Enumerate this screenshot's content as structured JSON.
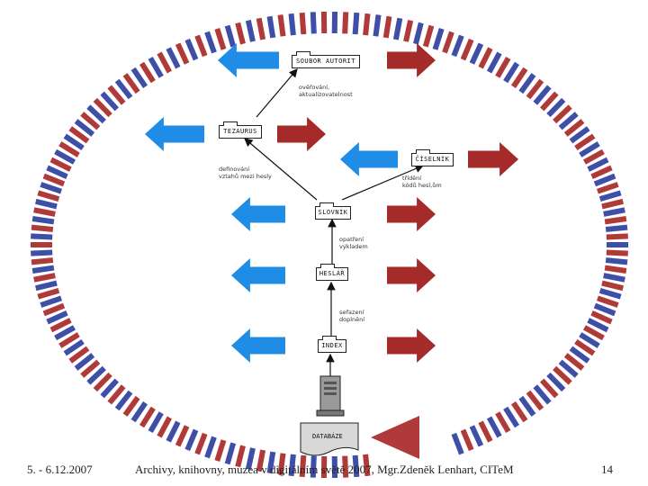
{
  "diagram": {
    "boxes": {
      "soubor_autorit": "SOUBOR AUTORIT",
      "tezaurus": "TEZAURUS",
      "ciselnik": "ČÍSELNÍK",
      "slovnik": "SLOVNÍK",
      "heslar": "HESLÁŘ",
      "index": "INDEX",
      "databaze": "DATABÁZE"
    },
    "edge_labels": {
      "e1_l1": "ověřování,",
      "e1_l2": "aktualizovatelnost",
      "e2_l1": "definování",
      "e2_l2": "vztahů mezi hesly",
      "e3_l1": "třídění",
      "e3_l2": "kódů hesl,ům",
      "e4_l1": "opatření",
      "e4_l2": "výkladem",
      "e5_l1": "seřazení",
      "e5_l2": "doplnění"
    },
    "colors": {
      "blue_arrow": "#1f8ce6",
      "red_arrow": "#a52a2a",
      "ring_blue": "#3f4fa8",
      "ring_red": "#b03a3a"
    }
  },
  "footer": {
    "date": "5. - 6.12.2007",
    "title": "Archivy, knihovny, muzea v digitálním světě 2007, Mgr.Zdeněk Lenhart, CITeM",
    "page": "14"
  }
}
